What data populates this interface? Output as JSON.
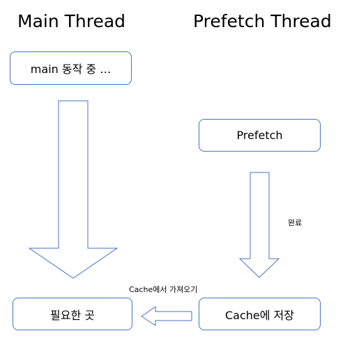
{
  "headings": {
    "main": "Main Thread",
    "prefetch": "Prefetch Thread"
  },
  "boxes": {
    "main_working": "main 동작 중 …",
    "prefetch": "Prefetch",
    "cache_store": "Cache에 저장",
    "needed_place": "필요한 곳"
  },
  "labels": {
    "done": "완료",
    "fetch_from_cache": "Cache에서 가져오기"
  },
  "colors": {
    "outline": "#4472c4",
    "text": "#000000",
    "background": "#ffffff"
  }
}
